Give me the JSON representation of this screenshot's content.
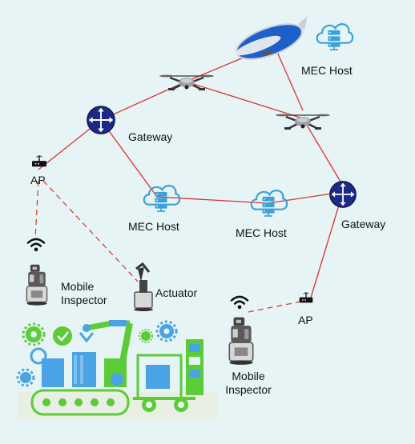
{
  "labels": {
    "mec_host_top": "MEC Host",
    "gateway_left": "Gateway",
    "ap_left": "AP",
    "mec_host_left": "MEC Host",
    "mec_host_mid": "MEC Host",
    "gateway_right": "Gateway",
    "mobile_inspector_left": "Mobile\nInspector",
    "actuator": "Actuator",
    "ap_right": "AP",
    "mobile_inspector_right": "Mobile\nInspector"
  },
  "colors": {
    "background": "#e6f4f6",
    "link_wired": "#e0312e",
    "link_wireless": "#d9412f",
    "gateway": "#19237a",
    "cloud": "#3aa1dc",
    "factory_green": "#5ccb38",
    "factory_blue": "#4aa3e4"
  },
  "icons": [
    "airship-icon",
    "cloud-server-icon",
    "drone-icon",
    "gateway-icon",
    "access-point-icon",
    "wifi-icon",
    "robot-icon",
    "actuator-arm-icon",
    "factory-illustration"
  ]
}
